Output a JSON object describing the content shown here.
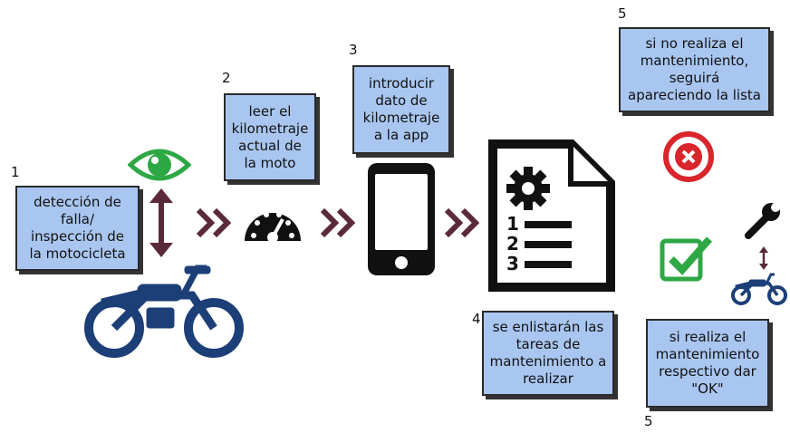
{
  "steps": [
    {
      "number": "1",
      "text": "detección de falla/ inspección de la motocicleta"
    },
    {
      "number": "2",
      "text": "leer el kilometraje actual de la moto"
    },
    {
      "number": "3",
      "text": "introducir dato de kilometraje a la app"
    },
    {
      "number": "4",
      "text": "se enlistarán las tareas de mantenimiento a realizar"
    },
    {
      "number": "5",
      "text": "si no realiza el mantenimiento, seguirá apareciendo la lista"
    },
    {
      "number": "5",
      "text": "si realiza el mantenimiento respectivo dar \"OK\""
    }
  ],
  "document_list_numbers": [
    "1",
    "2",
    "3"
  ],
  "colors": {
    "box_fill": "#a9c6f0",
    "eye": "#2ea844",
    "motorcycle": "#1c3f78",
    "arrow": "#5a2a3a",
    "chevron": "#5a2a3a",
    "error": "#d9252b",
    "check": "#2ea844"
  },
  "icons": [
    "eye-icon",
    "double-arrow-icon",
    "motorcycle-icon",
    "speedometer-icon",
    "smartphone-icon",
    "document-gear-icon",
    "error-icon",
    "check-icon",
    "wrench-icon",
    "small-motorcycle-icon"
  ]
}
